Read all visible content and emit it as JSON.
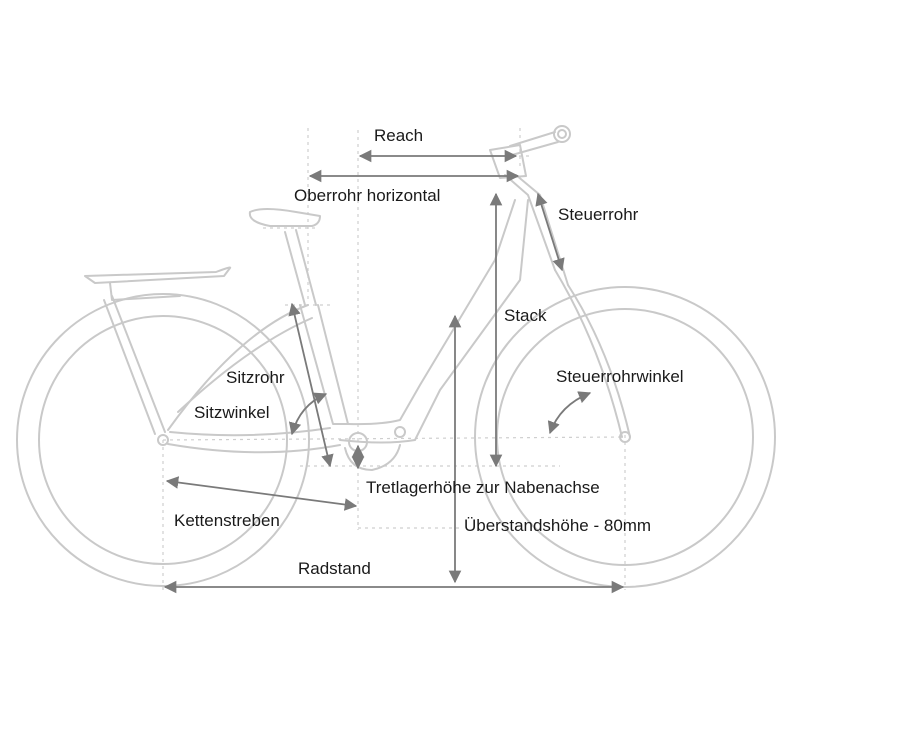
{
  "labels": {
    "reach": "Reach",
    "top_tube": "Oberrohr horizontal",
    "head_tube": "Steuerrohr",
    "stack": "Stack",
    "seat_tube": "Sitzrohr",
    "seat_angle": "Sitzwinkel",
    "head_angle": "Steuerrohrwinkel",
    "bb_drop": "Tretlagerhöhe zur Nabenachse",
    "chainstay": "Kettenstreben",
    "standover": "Überstandshöhe - 80mm",
    "wheelbase": "Radstand"
  },
  "colors": {
    "frame": "#c9c9c9",
    "measure": "#7a7a7a",
    "guide": "#cfcfcf",
    "text": "#1a1a1a"
  }
}
